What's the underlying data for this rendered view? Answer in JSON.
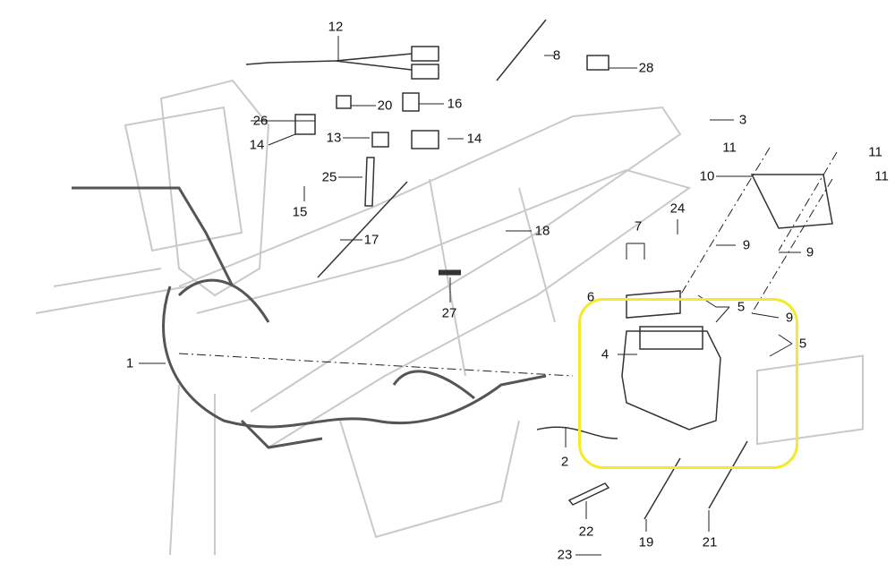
{
  "diagram": {
    "type": "exploded-parts-diagram",
    "highlight_color": "#f2ea2a",
    "frame_color": "#c8c8c8",
    "part_labels": [
      "12",
      "8",
      "28",
      "20",
      "16",
      "3",
      "26",
      "14",
      "13",
      "14",
      "11",
      "11",
      "11",
      "10",
      "25",
      "15",
      "24",
      "17",
      "18",
      "7",
      "9",
      "9",
      "6",
      "5",
      "9",
      "27",
      "5",
      "4",
      "1",
      "2",
      "22",
      "19",
      "21",
      "23"
    ]
  }
}
